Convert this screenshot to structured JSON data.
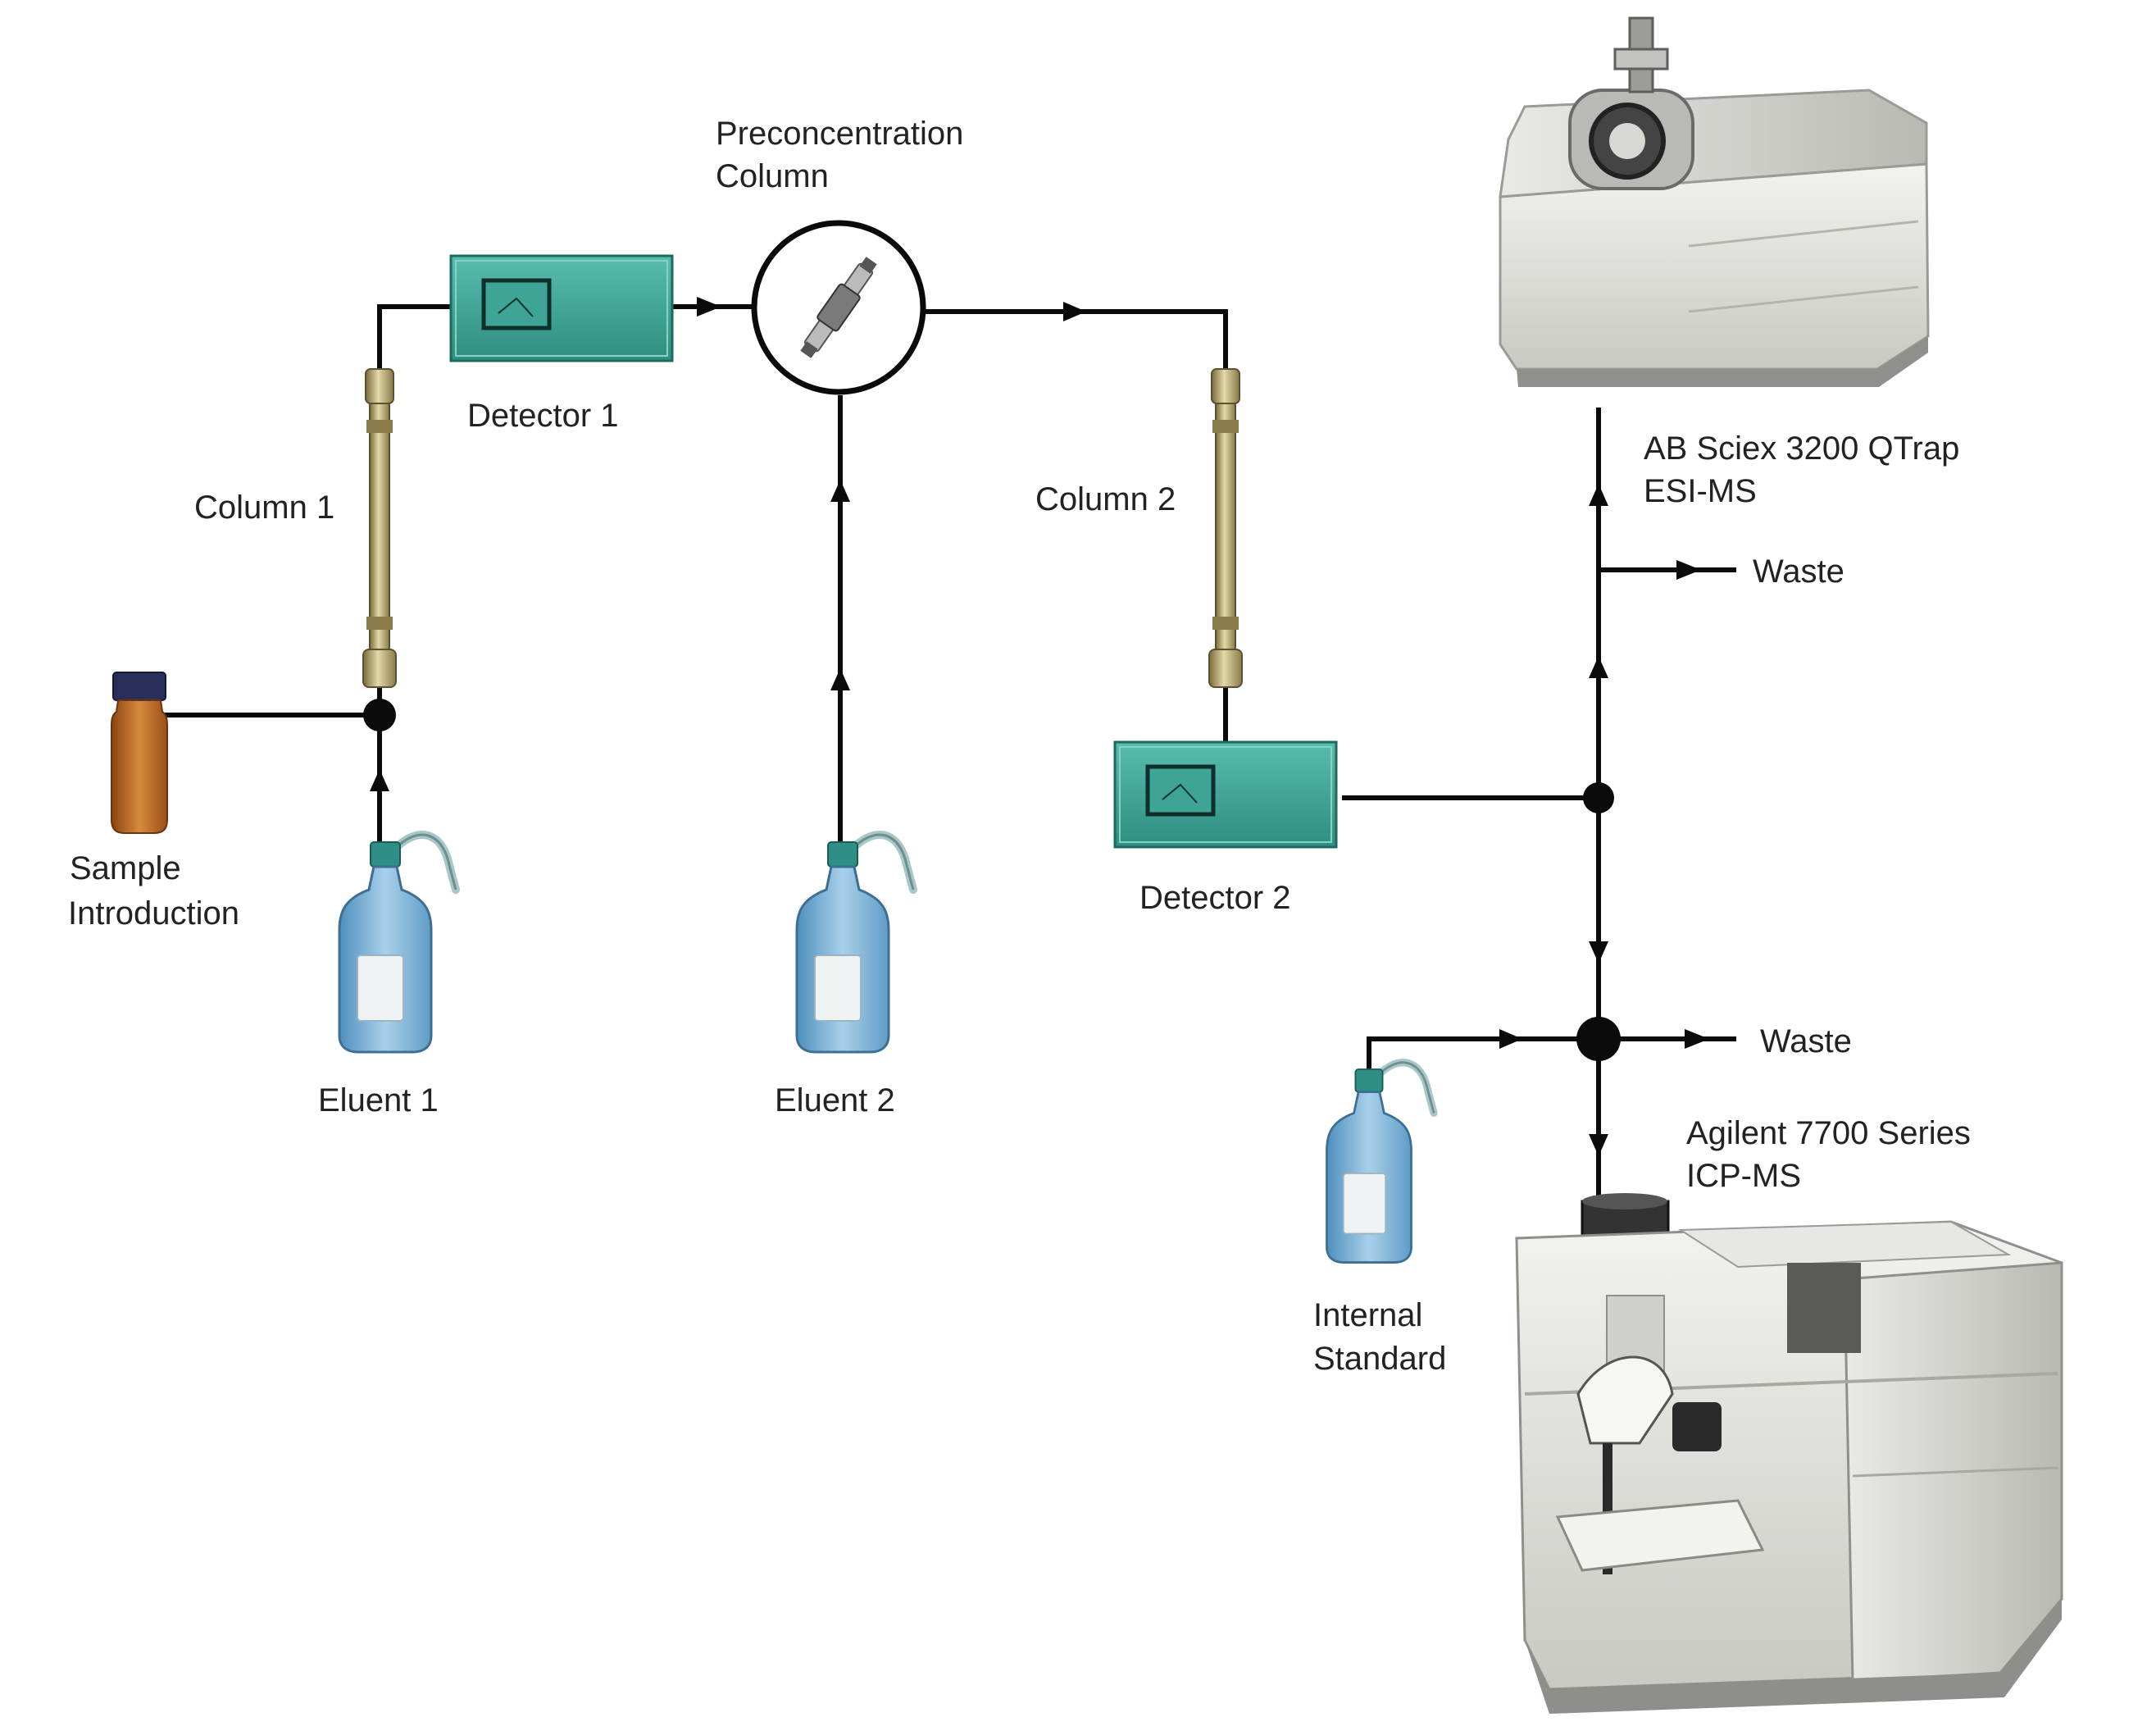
{
  "colors": {
    "line": "#0a0a0a",
    "detector_fill": "#3aa394",
    "detector_dark": "#1f6e63",
    "column_fill": "#b9aa6e",
    "column_dark": "#6f6238",
    "bottle_glass": "#7fb3d6",
    "bottle_cap": "#2f8f86",
    "vial_glass": "#b8641d",
    "vial_cap": "#2a2f5a",
    "instrument_body": "#dcdcd8",
    "instrument_shade": "#a9a9a4"
  },
  "labels": {
    "preconcentration": [
      "Preconcentration",
      "Column"
    ],
    "detector1": "Detector 1",
    "detector2": "Detector 2",
    "column1": "Column 1",
    "column2": "Column 2",
    "sample": [
      "Sample",
      "Introduction"
    ],
    "eluent1": "Eluent 1",
    "eluent2": "Eluent 2",
    "esi_ms": [
      "AB Sciex 3200 QTrap",
      "ESI-MS"
    ],
    "waste_top": "Waste",
    "waste_bottom": "Waste",
    "icp_ms": [
      "Agilent 7700 Series",
      "ICP-MS"
    ],
    "internal_standard": [
      "Internal",
      "Standard"
    ]
  },
  "icons": {
    "sample_vial": "amber-vial-icon",
    "eluent_bottle": "wash-bottle-icon",
    "column": "hplc-column-icon",
    "detector": "detector-box-icon",
    "preconcentration_valve": "valve-icon",
    "esi_ms_instrument": "mass-spectrometer-icon",
    "icp_ms_instrument": "icp-ms-icon"
  }
}
